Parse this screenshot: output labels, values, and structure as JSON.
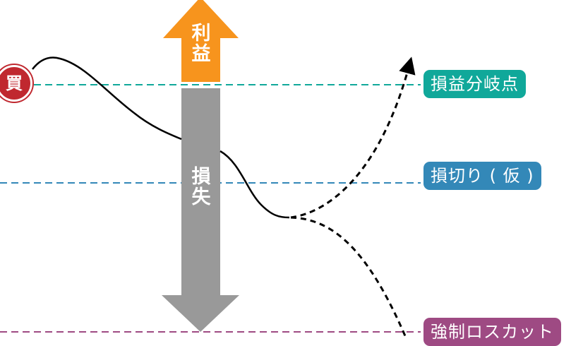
{
  "colors": {
    "breakeven": "#10a89a",
    "stoploss": "#3388b8",
    "forced_losscut": "#9e4a83",
    "profit_arrow": "#f7941d",
    "loss_arrow": "#999999",
    "buy_badge": "#c0282f",
    "price_line": "#000000"
  },
  "buy_badge": {
    "label": "買"
  },
  "profit_arrow": {
    "chars": [
      "利",
      "益"
    ]
  },
  "loss_arrow": {
    "chars": [
      "損",
      "失"
    ]
  },
  "levels": [
    {
      "id": "breakeven",
      "label": "損益分岐点"
    },
    {
      "id": "stoploss",
      "label": "損切り ( 仮 )"
    },
    {
      "id": "forced_losscut",
      "label": "強制ロスカット"
    }
  ]
}
